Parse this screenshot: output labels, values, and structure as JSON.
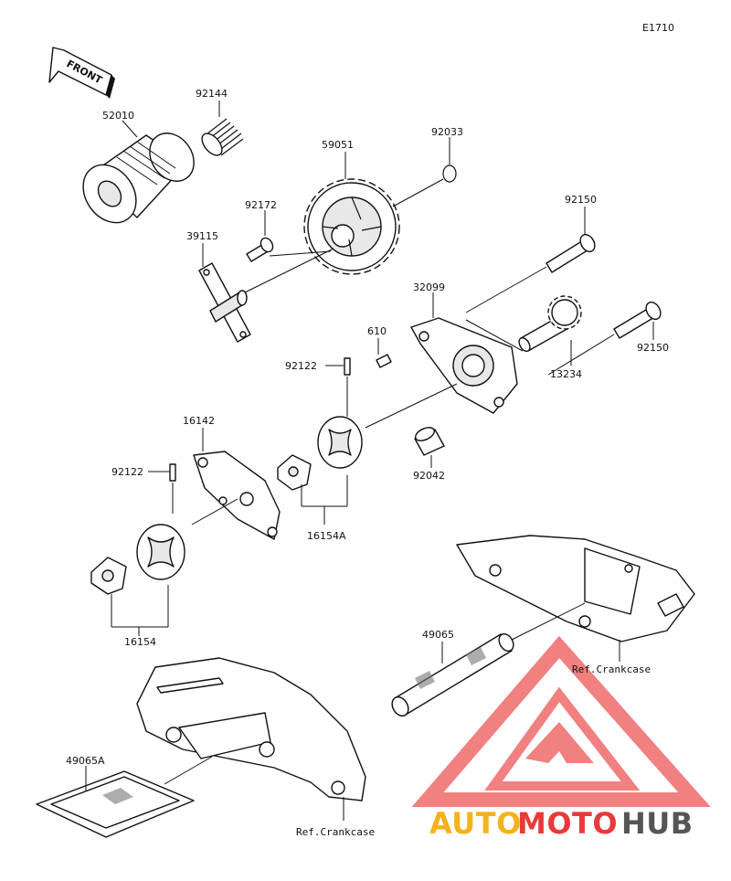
{
  "diagram_code": "E1710",
  "front_label": "FRONT",
  "parts": {
    "p52010": "52010",
    "p92144": "92144",
    "p59051": "59051",
    "p92033": "92033",
    "p92172": "92172",
    "p39115": "39115",
    "p92150a": "92150",
    "p92150b": "92150",
    "p32099": "32099",
    "p610": "610",
    "p92122a": "92122",
    "p92122b": "92122",
    "p13234": "13234",
    "p16142": "16142",
    "p92042": "92042",
    "p16154A": "16154A",
    "p16154": "16154",
    "p49065": "49065",
    "p49065A": "49065A"
  },
  "refs": {
    "crankcase_upper": "Ref.Crankcase",
    "crankcase_lower": "Ref.Crankcase"
  },
  "watermark": {
    "part1": "AUTO",
    "part2": "MOTO",
    "part3": "HUB",
    "color_auto": "#f5b21b",
    "color_moto": "#e83a3a",
    "color_hub": "#555555"
  }
}
